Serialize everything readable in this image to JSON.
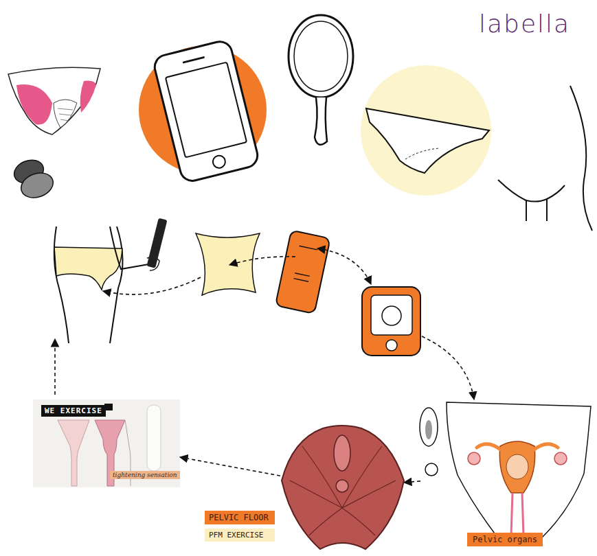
{
  "diagram": {
    "nodes": [
      {
        "text": [
          "WE EXERCISE",
          "tightening sensation"
        ]
      },
      {
        "text": [
          "PELVIC FLOOR",
          "PFM EXERCISE"
        ]
      },
      {
        "text": [
          "Pelvic organs"
        ]
      }
    ],
    "edges": [
      {
        "from": 2,
        "to": 1,
        "arrow": "to"
      },
      {
        "from": 1,
        "to": 0,
        "arrow": "to"
      }
    ],
    "labels": [
      "labella"
    ]
  }
}
